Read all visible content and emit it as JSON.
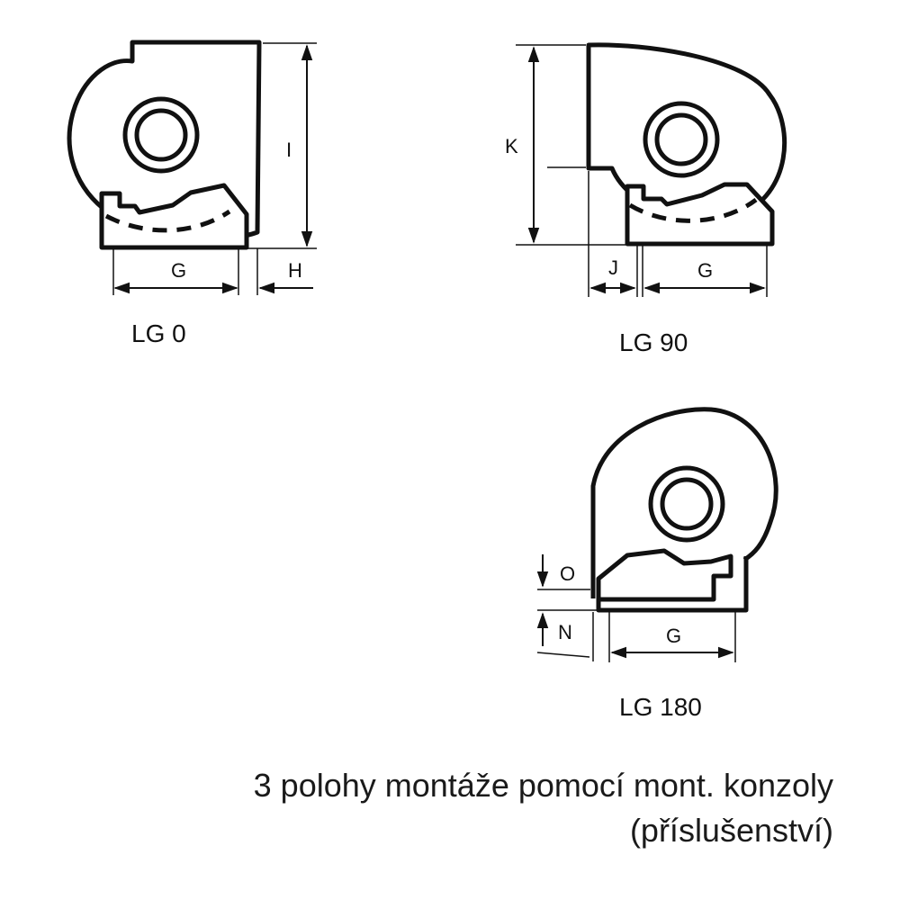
{
  "views": {
    "lg0": {
      "title": "LG 0",
      "dims": {
        "height": "I",
        "base_width": "G",
        "offset": "H"
      }
    },
    "lg90": {
      "title": "LG 90",
      "dims": {
        "height": "K",
        "offset": "J",
        "base_width": "G"
      }
    },
    "lg180": {
      "title": "LG 180",
      "dims": {
        "top_offset": "O",
        "bottom_offset": "N",
        "base_width": "G"
      }
    }
  },
  "caption": {
    "line1": "3 polohy montáže pomocí mont. konzoly",
    "line2": "(příslušenství)"
  },
  "colors": {
    "ink": "#111111",
    "background": "#ffffff"
  }
}
